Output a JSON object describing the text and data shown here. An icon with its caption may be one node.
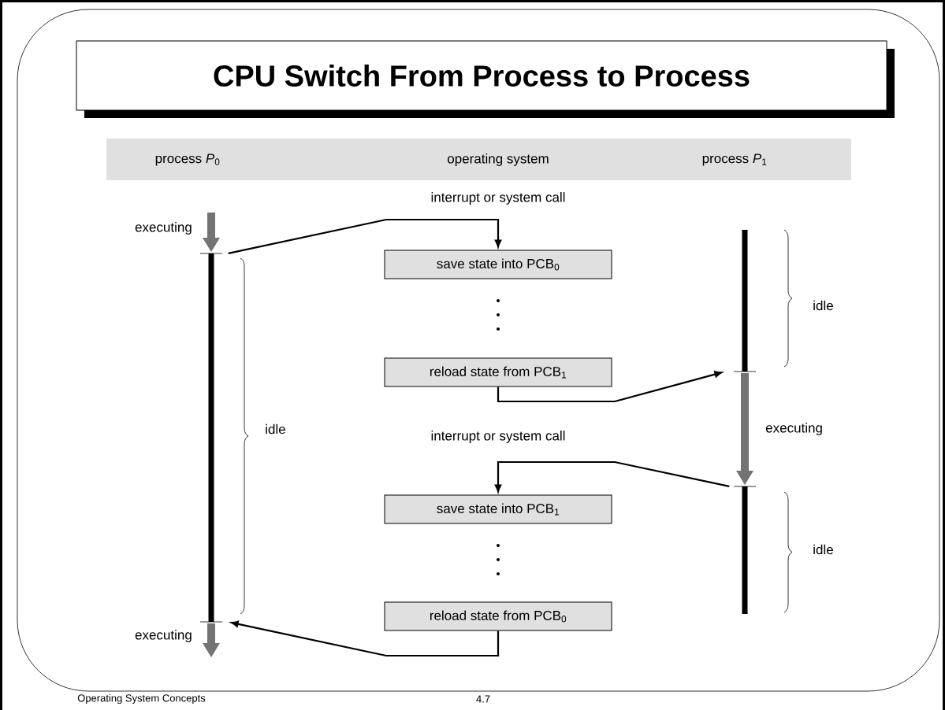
{
  "diagram": {
    "title": "CPU Switch From Process to Process",
    "nodes": [
      {
        "text": [
          "save state into PCB$_{0}$"
        ]
      },
      {
        "text": [
          "reload state from PCB$_{1}$"
        ]
      },
      {
        "text": [
          "save state into PCB$_{1}$"
        ]
      },
      {
        "text": [
          "reload state from PCB$_{0}$"
        ]
      },
      {
        "text": [],
        "shape": "bar"
      },
      {
        "text": [],
        "shape": "bar"
      },
      {
        "text": [],
        "shape": "bar"
      }
    ],
    "edges": [
      {
        "from": 4,
        "to": 0,
        "arrow": "to",
        "label": "interrupt or system call"
      },
      {
        "from": 1,
        "to": 5,
        "arrow": "to"
      },
      {
        "from": 6,
        "to": 2,
        "arrow": "to",
        "label": "interrupt or system call"
      },
      {
        "from": 3,
        "to": 4,
        "arrow": "to"
      }
    ],
    "labels": [
      "process *P*$_{0}$",
      "operating system",
      "process *P*$_{1}$",
      "executing",
      "idle",
      "idle",
      "executing",
      "idle",
      "executing",
      "Operating System Concepts",
      "4.7"
    ]
  }
}
